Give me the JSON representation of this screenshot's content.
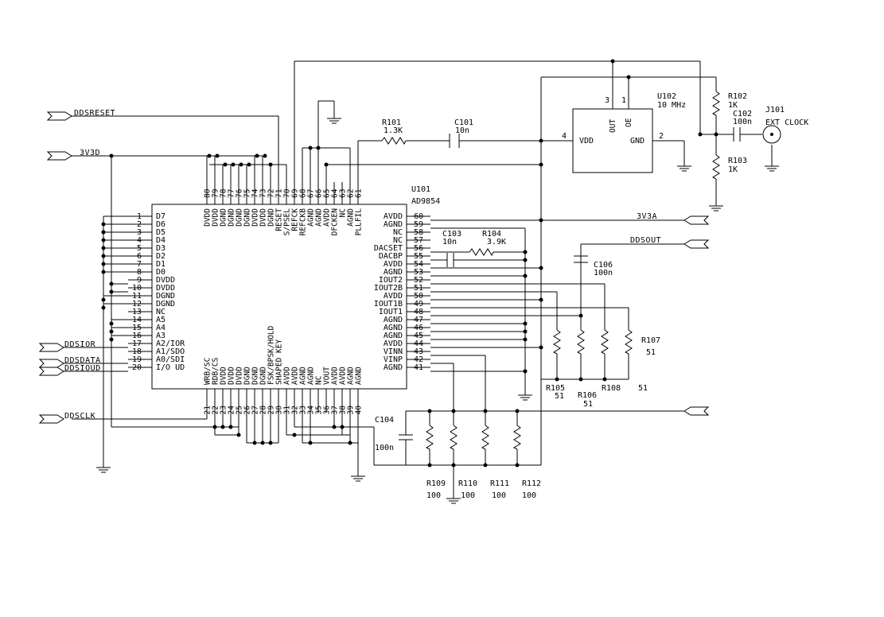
{
  "chip": {
    "ref": "U101",
    "part": "AD9854",
    "left_pins": [
      {
        "num": "1",
        "name": "D7"
      },
      {
        "num": "2",
        "name": "D6"
      },
      {
        "num": "3",
        "name": "D5"
      },
      {
        "num": "4",
        "name": "D4"
      },
      {
        "num": "5",
        "name": "D3"
      },
      {
        "num": "6",
        "name": "D2"
      },
      {
        "num": "7",
        "name": "D1"
      },
      {
        "num": "8",
        "name": "D0"
      },
      {
        "num": "9",
        "name": "DVDD"
      },
      {
        "num": "10",
        "name": "DVDD"
      },
      {
        "num": "11",
        "name": "DGND"
      },
      {
        "num": "12",
        "name": "DGND"
      },
      {
        "num": "13",
        "name": "NC"
      },
      {
        "num": "14",
        "name": "A5"
      },
      {
        "num": "15",
        "name": "A4"
      },
      {
        "num": "16",
        "name": "A3"
      },
      {
        "num": "17",
        "name": "A2/IOR"
      },
      {
        "num": "18",
        "name": "A1/SDO"
      },
      {
        "num": "19",
        "name": "A0/SDI"
      },
      {
        "num": "20",
        "name": "I/O UD"
      }
    ],
    "right_pins": [
      {
        "num": "60",
        "name": "AVDD"
      },
      {
        "num": "59",
        "name": "AGND"
      },
      {
        "num": "58",
        "name": "NC"
      },
      {
        "num": "57",
        "name": "NC"
      },
      {
        "num": "56",
        "name": "DACSET"
      },
      {
        "num": "55",
        "name": "DACBP"
      },
      {
        "num": "54",
        "name": "AVDD"
      },
      {
        "num": "53",
        "name": "AGND"
      },
      {
        "num": "52",
        "name": "IOUT2"
      },
      {
        "num": "51",
        "name": "IOUT2B"
      },
      {
        "num": "50",
        "name": "AVDD"
      },
      {
        "num": "49",
        "name": "IOUT1B"
      },
      {
        "num": "48",
        "name": "IOUT1"
      },
      {
        "num": "47",
        "name": "AGND"
      },
      {
        "num": "46",
        "name": "AGND"
      },
      {
        "num": "45",
        "name": "AGND"
      },
      {
        "num": "44",
        "name": "AVDD"
      },
      {
        "num": "43",
        "name": "VINN"
      },
      {
        "num": "42",
        "name": "VINP"
      },
      {
        "num": "41",
        "name": "AGND"
      }
    ],
    "top_pins": [
      {
        "num": "80",
        "name": "DVDD"
      },
      {
        "num": "79",
        "name": "DVDD"
      },
      {
        "num": "78",
        "name": "DGND"
      },
      {
        "num": "77",
        "name": "DGND"
      },
      {
        "num": "76",
        "name": "DGND"
      },
      {
        "num": "75",
        "name": "DGND"
      },
      {
        "num": "74",
        "name": "DVDD"
      },
      {
        "num": "73",
        "name": "DVDD"
      },
      {
        "num": "72",
        "name": "DGND"
      },
      {
        "num": "71",
        "name": "RESET"
      },
      {
        "num": "70",
        "name": "S/PSEL"
      },
      {
        "num": "69",
        "name": "REFCK"
      },
      {
        "num": "68",
        "name": "REFCKB"
      },
      {
        "num": "67",
        "name": "AGND"
      },
      {
        "num": "66",
        "name": "AGND"
      },
      {
        "num": "65",
        "name": "AVDD"
      },
      {
        "num": "64",
        "name": "DFCKEN"
      },
      {
        "num": "63",
        "name": "NC"
      },
      {
        "num": "62",
        "name": "AGND"
      },
      {
        "num": "61",
        "name": "PLLFIL"
      }
    ],
    "bottom_pins": [
      {
        "num": "21",
        "name": "WRB/SC"
      },
      {
        "num": "22",
        "name": "RDB/CS"
      },
      {
        "num": "23",
        "name": "DVDD"
      },
      {
        "num": "24",
        "name": "DVDD"
      },
      {
        "num": "25",
        "name": "DVDD"
      },
      {
        "num": "26",
        "name": "DGND"
      },
      {
        "num": "27",
        "name": "DGND"
      },
      {
        "num": "28",
        "name": "DGND"
      },
      {
        "num": "29",
        "name": "FSK/BPSK/HOLD"
      },
      {
        "num": "30",
        "name": "SHAPED KEY"
      },
      {
        "num": "31",
        "name": "AVDD"
      },
      {
        "num": "32",
        "name": "AVDD"
      },
      {
        "num": "33",
        "name": "AGND"
      },
      {
        "num": "34",
        "name": "AGND"
      },
      {
        "num": "35",
        "name": "NC"
      },
      {
        "num": "36",
        "name": "VOUT"
      },
      {
        "num": "37",
        "name": "AVDD"
      },
      {
        "num": "38",
        "name": "AVDD"
      },
      {
        "num": "39",
        "name": "AGND"
      },
      {
        "num": "40",
        "name": "AGND"
      }
    ]
  },
  "nets": {
    "ddsreset": "DDSRESET",
    "v3v3d": "3V3D",
    "v3v3a": "3V3A",
    "ddsout": "DDSOUT",
    "ddsior": "DDSIOR",
    "ddsdata": "DDSDATA",
    "ddsioud": "DDSIOUD",
    "ddsclk": "DDSCLK"
  },
  "components": {
    "r101": {
      "ref": "R101",
      "value": "1.3K"
    },
    "c101": {
      "ref": "C101",
      "value": "10n"
    },
    "r102": {
      "ref": "R102",
      "value": "1K"
    },
    "r103": {
      "ref": "R103",
      "value": "1K"
    },
    "c102": {
      "ref": "C102",
      "value": "100n"
    },
    "c103": {
      "ref": "C103",
      "value": "10n"
    },
    "r104": {
      "ref": "R104",
      "value": "3.9K"
    },
    "c106": {
      "ref": "C106",
      "value": "100n"
    },
    "c104": {
      "ref": "C104",
      "value": "100n"
    },
    "r105": {
      "ref": "R105",
      "value": "51"
    },
    "r106": {
      "ref": "R106",
      "value": "51"
    },
    "r107": {
      "ref": "R107",
      "value": "51"
    },
    "r108": {
      "ref": "R108",
      "value": "51"
    },
    "r109": {
      "ref": "R109",
      "value": "100"
    },
    "r110": {
      "ref": "R110",
      "value": "100"
    },
    "r111": {
      "ref": "R111",
      "value": "100"
    },
    "r112": {
      "ref": "R112",
      "value": "100"
    },
    "j101": {
      "ref": "J101",
      "value": "EXT CLOCK"
    }
  },
  "oscillator": {
    "ref": "U102",
    "value": "10 MHz",
    "pin_vdd": "VDD",
    "pin_gnd": "GND",
    "pin_out": "OUT",
    "pin_oe": "OE",
    "pin_num_vdd": "4",
    "pin_num_gnd": "2",
    "pin_num_out": "3",
    "pin_num_oe": "1"
  }
}
